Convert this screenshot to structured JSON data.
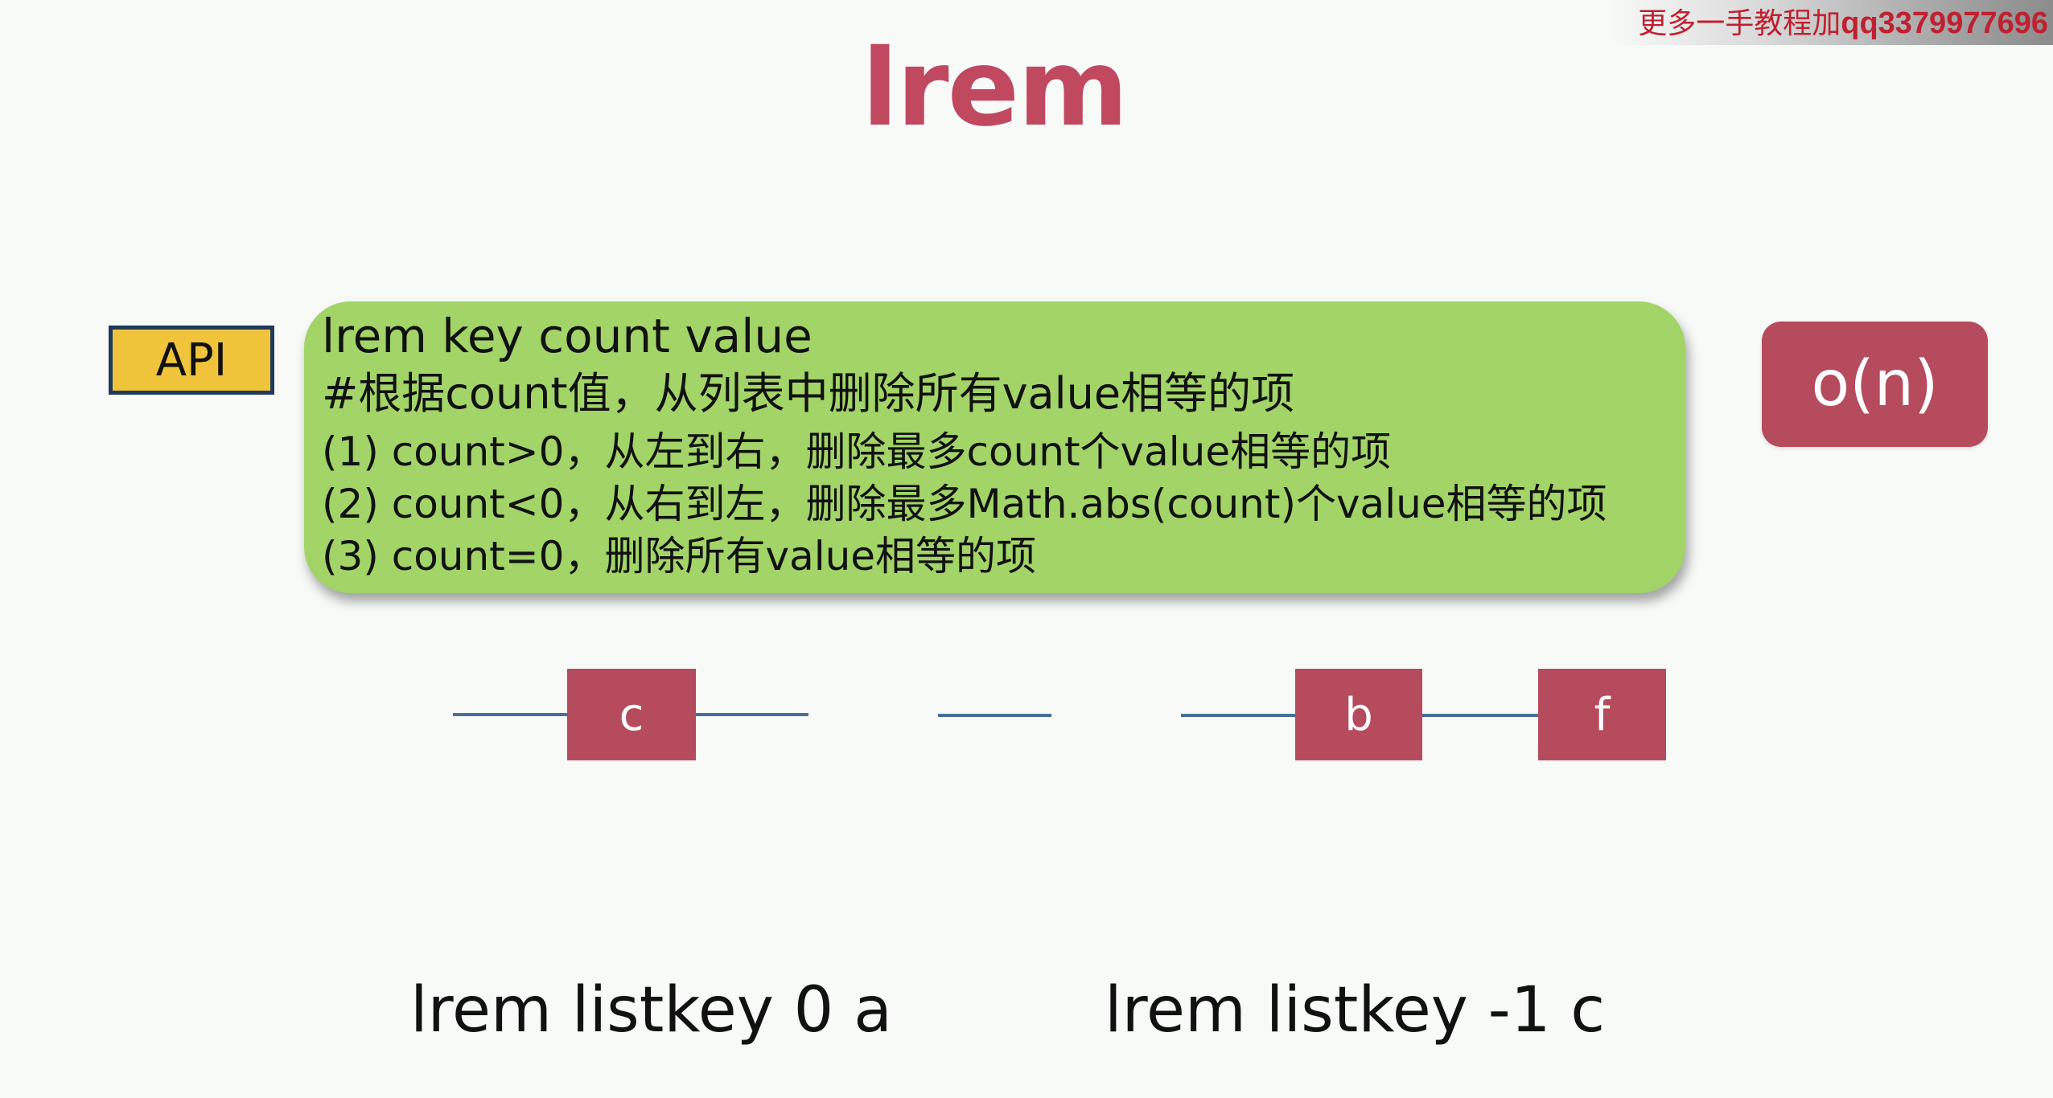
{
  "watermark": {
    "prefix": "更多一手教程加",
    "qq": "qq3379977696"
  },
  "title": "lrem",
  "api_badge": "API",
  "api_box": {
    "syntax": "lrem key count value",
    "description": "#根据count值，从列表中删除所有value相等的项",
    "rules": [
      "(1) count>0，从左到右，删除最多count个value相等的项",
      "(2) count<0，从右到左，删除最多Math.abs(count)个value相等的项",
      "(3) count=0，删除所有value相等的项"
    ]
  },
  "complexity": "o(n)",
  "list_diagram": {
    "nodes": [
      {
        "label": "c"
      },
      {
        "label": "b"
      },
      {
        "label": "f"
      }
    ]
  },
  "commands": [
    "lrem listkey 0 a",
    "lrem listkey -1 c"
  ],
  "colors": {
    "title": "#C0485F",
    "node_fill": "#B54B5C",
    "api_box_fill": "#A2D468",
    "api_badge_fill": "#F0C43A",
    "api_badge_border": "#1F3A5A",
    "connector": "#4A6E96",
    "watermark": "#C02030"
  }
}
